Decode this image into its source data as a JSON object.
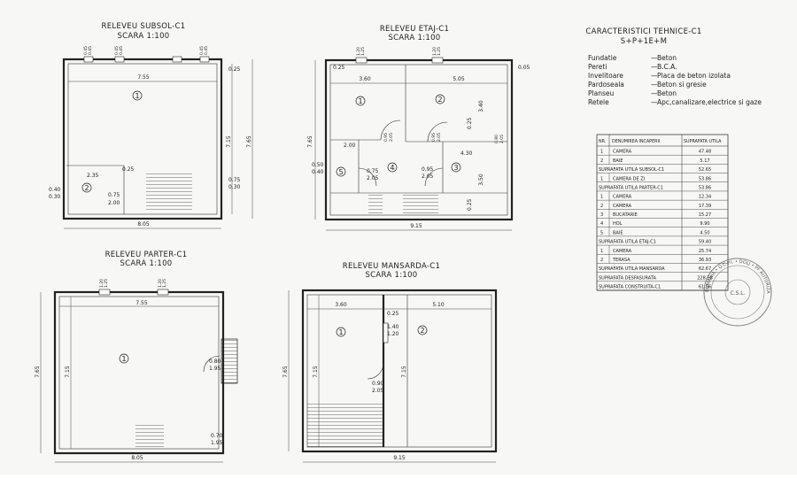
{
  "plans": {
    "subsol": {
      "title": "RELEVEU SUBSOL-C1",
      "scale": "SCARA 1:100",
      "dims": {
        "w_top": "7.55",
        "w_bottom": "8.05",
        "h_right1": "7.15",
        "h_right2": "7.65",
        "d1": "0.25",
        "d2": "2.35",
        "d3": "0.25",
        "d4": "0.75",
        "d5": "2.00",
        "d6": "0.40",
        "d7": "0.30",
        "d8": "0.75",
        "d9": "0.30",
        "w1a": "0.45",
        "w1b": "0.45",
        "w2a": "0.45",
        "w2b": "0.45",
        "w3a": "0.45",
        "w3b": "0.45"
      },
      "rooms": [
        "1",
        "2"
      ]
    },
    "etaj": {
      "title": "RELEVEU ETAJ-C1",
      "scale": "SCARA 1:100",
      "dims": {
        "d025": "0.25",
        "d360": "3.60",
        "d505": "5.05",
        "d005": "0.05",
        "d340": "3.40",
        "d200": "2.00",
        "d095a": "0.95",
        "d205a": "2.05",
        "d080": "0.80",
        "d205b": "2.05",
        "d430": "4.30",
        "d025b": "0.25",
        "d050": "0.50",
        "d040": "0.40",
        "d075": "0.75",
        "d205c": "2.05",
        "d095b": "0.95",
        "d205d": "2.05",
        "d350": "3.50",
        "d025c": "0.25",
        "d765": "7.65",
        "d915": "9.15",
        "w1a": "1.20",
        "w1b": "1.25",
        "w2a": "1.20",
        "w2b": "1.25",
        "d095c": "0.95",
        "d205e": "2.05"
      },
      "rooms": [
        "1",
        "2",
        "3",
        "4",
        "5"
      ]
    },
    "parter": {
      "title": "RELEVEU PARTER-C1",
      "scale": "SCARA 1:100",
      "dims": {
        "w_top": "7.55",
        "w_bottom": "8.05",
        "h1": "7.15",
        "h2": "7.65",
        "d080": "0.80",
        "d195a": "1.95",
        "d070": "0.70",
        "d195b": "1.95",
        "w1a": "1.20",
        "w1b": "1.25",
        "w2a": "1.20",
        "w2b": "1.25"
      },
      "rooms": [
        "1"
      ]
    },
    "mansarda": {
      "title": "RELEVEU MANSARDA-C1",
      "scale": "SCARA 1:100",
      "dims": {
        "d360": "3.60",
        "d510": "5.10",
        "d025": "0.25",
        "d140": "1.40",
        "d120": "1.20",
        "d090": "0.90",
        "d205": "2.05",
        "h715": "7.15",
        "h765": "7.65",
        "w915": "9.15"
      },
      "rooms": [
        "1",
        "2"
      ]
    }
  },
  "specs": {
    "title": "CARACTERISTICI TEHNICE-C1",
    "subtitle": "S+P+1E+M",
    "rows": [
      {
        "label": "Fundatie",
        "dash": "—",
        "value": "Beton"
      },
      {
        "label": "Pereti",
        "dash": "—",
        "value": "B.C.A."
      },
      {
        "label": "Invelitoare",
        "dash": "—",
        "value": "Placa de beton izolata"
      },
      {
        "label": "Pardoseala",
        "dash": "—",
        "value": "Beton si gresie"
      },
      {
        "label": "Planseu",
        "dash": "—",
        "value": "Beton"
      },
      {
        "label": "Retele",
        "dash": "—",
        "value": "Apc,canalizare,electrice si gaze"
      }
    ]
  },
  "table": {
    "headers": [
      "NR.",
      "DENUMIREA INCAPERII",
      "SUPRAFATA UTILA"
    ],
    "rows": [
      {
        "type": "item",
        "nr": "1",
        "name": "CAMERA",
        "value": "47.48"
      },
      {
        "type": "item",
        "nr": "2",
        "name": "BAIE",
        "value": "5.17"
      },
      {
        "type": "total",
        "name": "SUPRAFATA UTILA SUBSOL-C1",
        "value": "52.65"
      },
      {
        "type": "item",
        "nr": "1",
        "name": "CAMERA DE ZI",
        "value": "53.86"
      },
      {
        "type": "total",
        "name": "SUPRAFATA UTILA PARTER-C1",
        "value": "53.86"
      },
      {
        "type": "item",
        "nr": "1",
        "name": "CAMERA",
        "value": "12.34"
      },
      {
        "type": "item",
        "nr": "2",
        "name": "CAMERA",
        "value": "17.39"
      },
      {
        "type": "item",
        "nr": "3",
        "name": "BUCATARIE",
        "value": "15.27"
      },
      {
        "type": "item",
        "nr": "4",
        "name": "HOL",
        "value": "9.90"
      },
      {
        "type": "item",
        "nr": "5",
        "name": "BAIE",
        "value": "4.50"
      },
      {
        "type": "total",
        "name": "SUPRAFATA UTILA ETAJ-C1",
        "value": "59.40"
      },
      {
        "type": "item",
        "nr": "1",
        "name": "CAMERA",
        "value": "25.74"
      },
      {
        "type": "item",
        "nr": "2",
        "name": "TERASA",
        "value": "36.93"
      },
      {
        "type": "total",
        "name": "SUPRAFATA UTILA MANSARDA",
        "value": "62.67"
      },
      {
        "type": "total",
        "name": "SUPRAFATA DESFASURATA",
        "value": "228.58"
      },
      {
        "type": "total",
        "name": "SUPRAFATA CONSTRUITA-C1",
        "value": "61.56"
      }
    ]
  },
  "stamp": {
    "ring_text": "ROMANIA • O.C.P.I. • DOLJ • PF AUTORIZAT",
    "center_text": "C.S.L."
  }
}
